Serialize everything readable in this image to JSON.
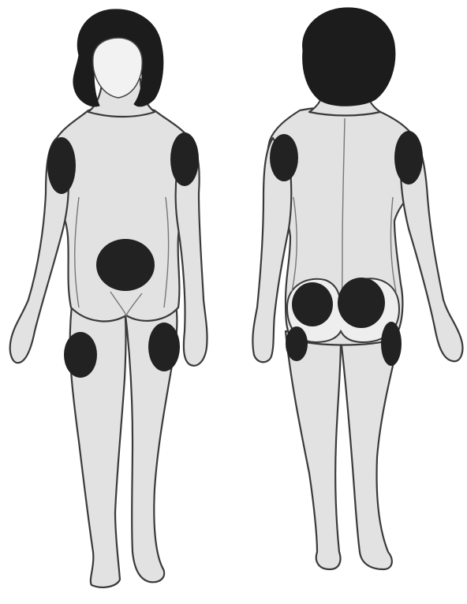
{
  "figure": {
    "views": [
      "front",
      "back"
    ],
    "colors": {
      "background": "#ffffff",
      "skin": "#e2e2e2",
      "outline": "#3a3a3a",
      "hair": "#1c1c1c",
      "injection_site": "#222222"
    },
    "front_sites": [
      "right-upper-arm",
      "left-upper-arm",
      "abdomen",
      "right-thigh",
      "left-thigh"
    ],
    "back_sites": [
      "right-upper-arm",
      "left-upper-arm",
      "right-buttock",
      "left-buttock",
      "right-thigh",
      "left-thigh"
    ]
  }
}
